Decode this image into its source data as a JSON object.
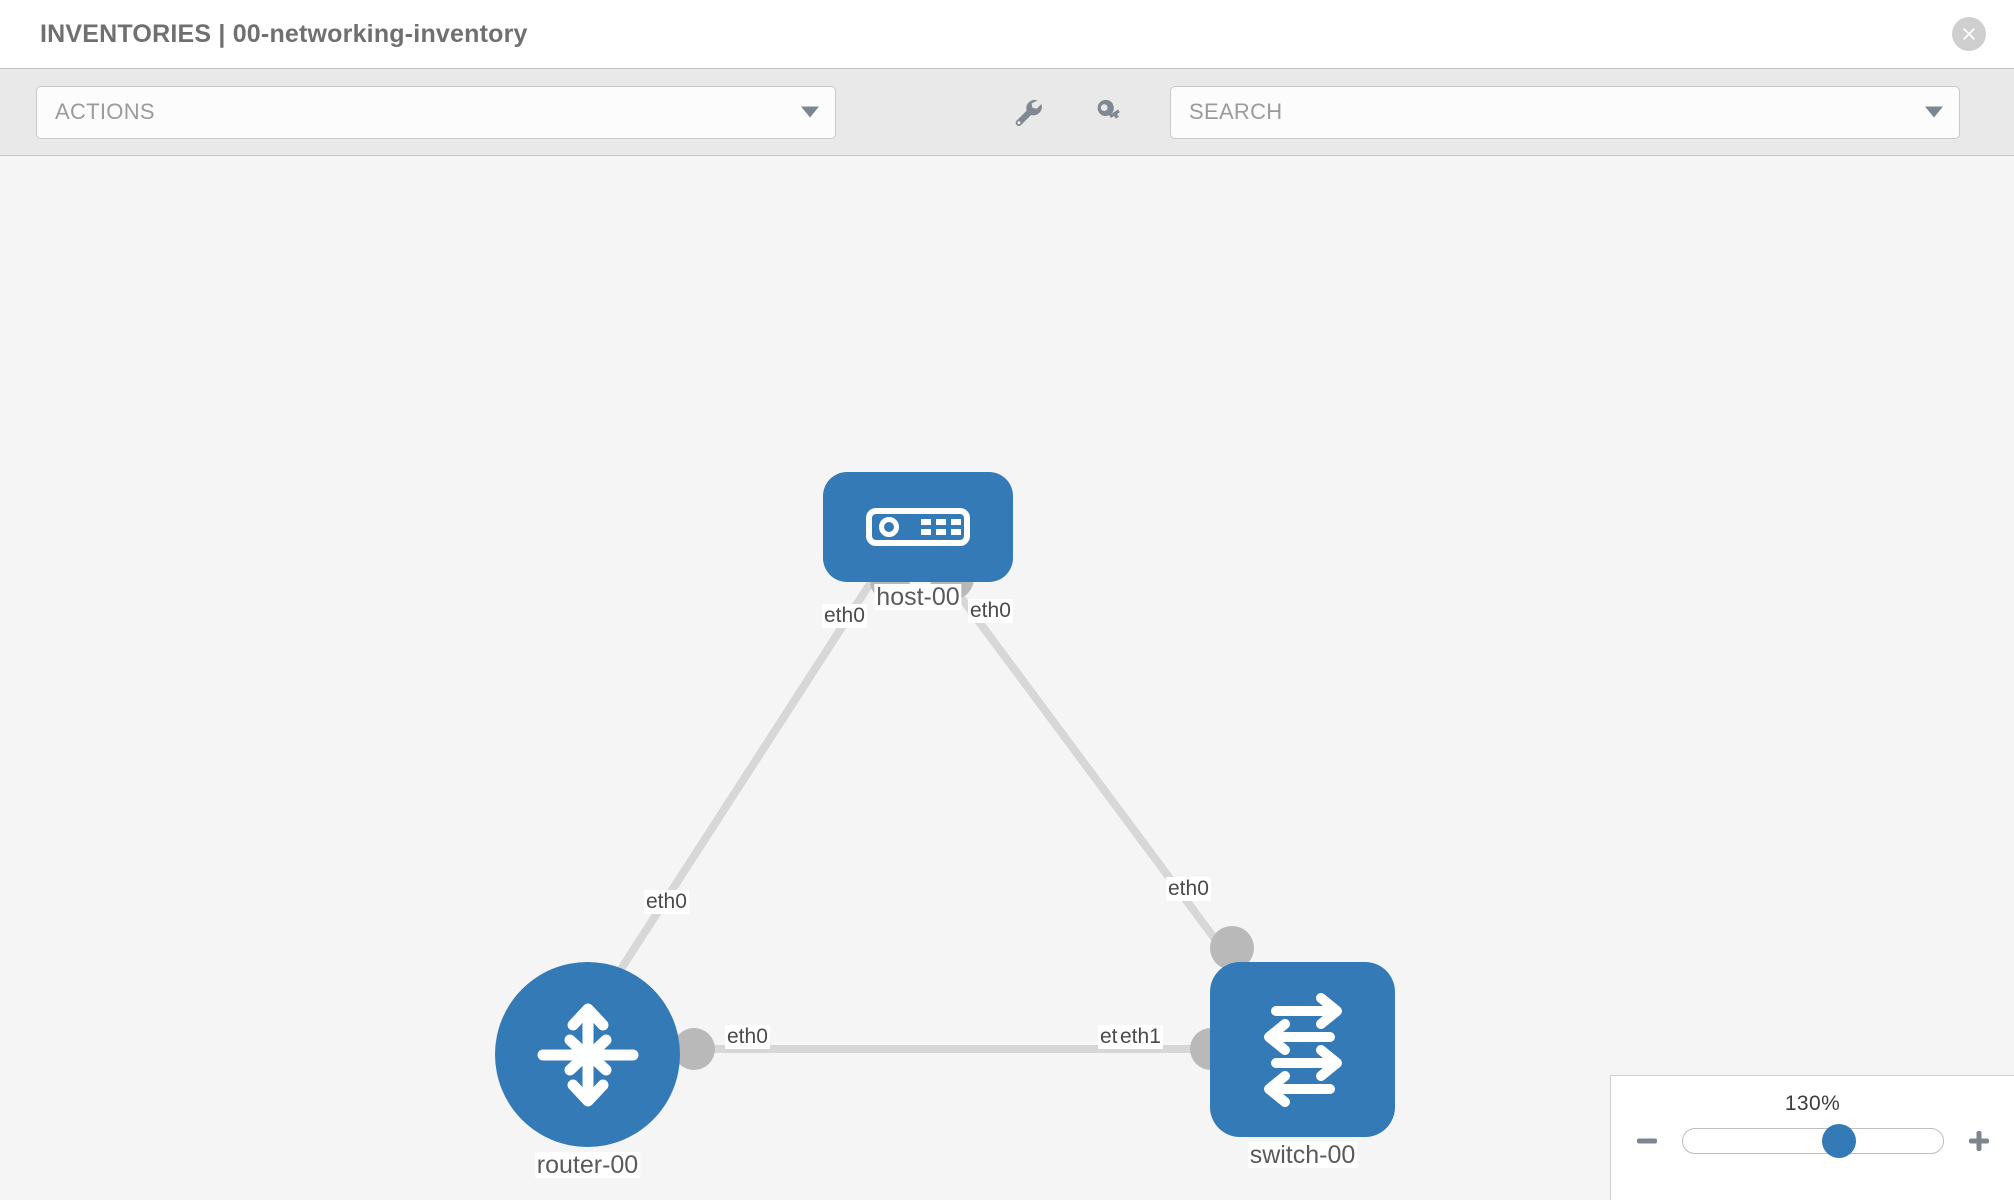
{
  "header": {
    "title": "INVENTORIES | 00-networking-inventory",
    "close_icon": "close-circle-icon"
  },
  "toolbar": {
    "actions_placeholder": "ACTIONS",
    "search_placeholder": "SEARCH",
    "icons": [
      {
        "name": "wrench-icon",
        "title": "Settings"
      },
      {
        "name": "key-icon",
        "title": "Credentials"
      }
    ]
  },
  "topology": {
    "background": "#f5f5f5",
    "node_color": "#337ab7",
    "port_color": "#b9b9b9",
    "link_color": "#d7d7d7",
    "nodes": [
      {
        "id": "host-00",
        "label": "host-00",
        "type": "host",
        "icon": "server-icon"
      },
      {
        "id": "router-00",
        "label": "router-00",
        "type": "router",
        "icon": "router-arrows-icon"
      },
      {
        "id": "switch-00",
        "label": "switch-00",
        "type": "switch",
        "icon": "switch-arrows-icon"
      }
    ],
    "links": [
      {
        "source": "host-00",
        "target": "router-00",
        "source_port": "eth0",
        "target_port": "eth0"
      },
      {
        "source": "host-00",
        "target": "switch-00",
        "source_port": "eth0",
        "target_port": "eth0"
      },
      {
        "source": "router-00",
        "target": "switch-00",
        "source_port": "eth0",
        "target_port": "eth1"
      }
    ],
    "edge_labels": {
      "host_left": "eth0",
      "host_right": "eth0",
      "router_up": "eth0",
      "switch_up": "eth0",
      "router_right": "eth0",
      "switch_left_hidden": "eth0",
      "switch_left": "eth1"
    }
  },
  "zoom_control": {
    "level": "130%",
    "minus_label": "−",
    "plus_label": "+",
    "thumb_position_pct": 60
  }
}
